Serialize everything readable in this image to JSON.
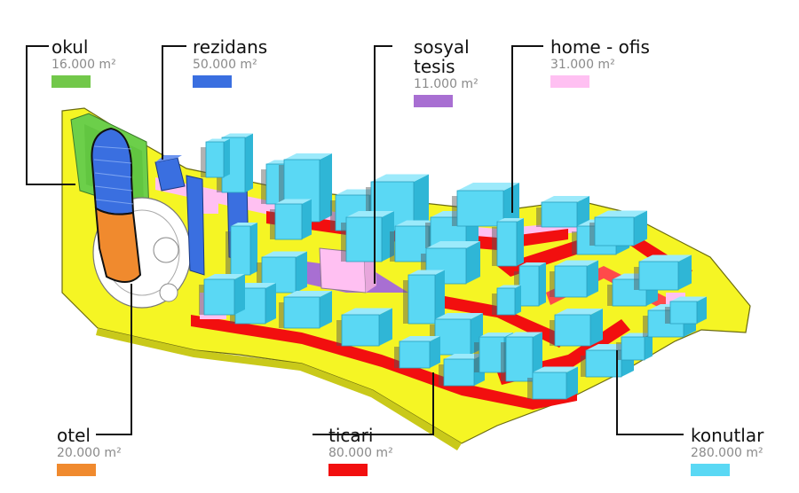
{
  "legend": {
    "okul": {
      "name": "okul",
      "area": "16.000 m²",
      "color": "#72c84a"
    },
    "rezidans": {
      "name": "rezidans",
      "area": "50.000 m²",
      "color": "#3a6fe0"
    },
    "sosyal": {
      "name_line1": "sosyal",
      "name_line2": "tesis",
      "area": "11.000 m²",
      "color": "#a86fd2"
    },
    "homeofis": {
      "name": "home - ofis",
      "area": "31.000 m²",
      "color": "#ffc0f2"
    },
    "otel": {
      "name": "otel",
      "area": "20.000 m²",
      "color": "#f08a2e"
    },
    "ticari": {
      "name": "ticari",
      "area": "80.000 m²",
      "color": "#f20f0f"
    },
    "konutlar": {
      "name": "konutlar",
      "area": "280.000 m²",
      "color": "#5ad8f4"
    }
  },
  "site_color": "#f5f524"
}
